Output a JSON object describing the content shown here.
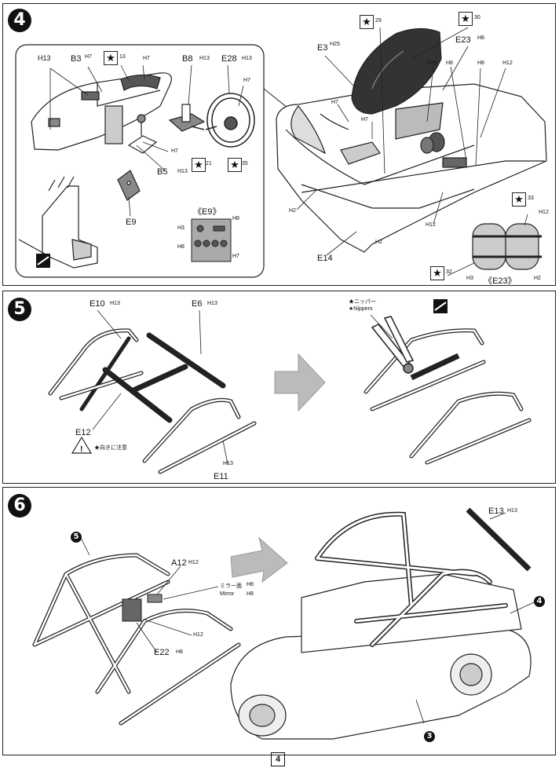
{
  "page": {
    "number": "4"
  },
  "step4": {
    "num": "4",
    "labels": {
      "h13a": "H13",
      "b3": "B3",
      "h7a": "H7",
      "star13": "13",
      "h7b": "H7",
      "b8": "B8",
      "h13b": "H13",
      "e28": "E28",
      "h13c": "H13",
      "h7c": "H7",
      "h7d": "H7",
      "b5": "B5",
      "h13d": "H13",
      "star21": "21",
      "star35": "35",
      "e9": "E9",
      "e9title": "《E9》",
      "h3a": "H3",
      "h8a": "H8",
      "h8b": "H8",
      "h7e": "H7",
      "star29": "29",
      "star30": "30",
      "e3": "E3",
      "h25a": "H25",
      "e23": "E23",
      "h8c": "H8",
      "h25b": "H25",
      "h8d": "H8",
      "h8e": "H8",
      "h12a": "H12",
      "h7f": "H7",
      "h7g": "H7",
      "h2a": "H2",
      "h12b": "H12",
      "e14": "E14",
      "h2b": "H2",
      "star33": "33",
      "h12c": "H12",
      "star32": "32",
      "h3b": "H3",
      "e23title": "《E23》",
      "h2c": "H2"
    }
  },
  "step5": {
    "num": "5",
    "labels": {
      "e10": "E10",
      "h13a": "H13",
      "e6": "E6",
      "h13b": "H13",
      "e12": "E12",
      "caution": "★向きに注意",
      "e11": "E11",
      "h13c": "H13",
      "nippers_jp": "★ニッパー",
      "nippers_en": "★Nippers"
    }
  },
  "step6": {
    "num": "6",
    "labels": {
      "ref5": "5",
      "a12": "A12",
      "h12a": "H12",
      "mirror_jp": "ミラー面",
      "h8a": "H8",
      "mirror_en": "Mirror",
      "h8b": "H8",
      "h12b": "H12",
      "e22": "E22",
      "h8c": "H8",
      "e13": "E13",
      "h13": "H13",
      "ref4": "4",
      "ref3": "3"
    }
  },
  "colors": {
    "ink": "#111111",
    "tone": "#888888",
    "arrow": "#bbbbbb"
  }
}
